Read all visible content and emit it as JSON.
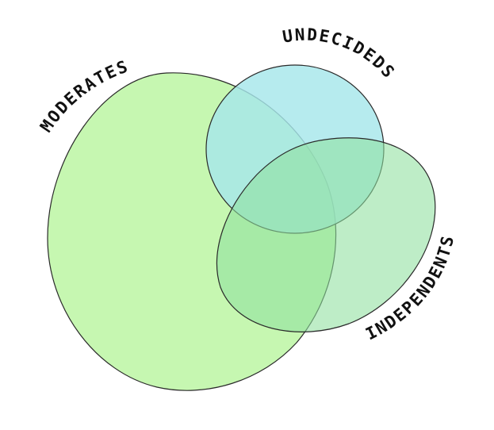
{
  "sets": [
    {
      "id": "moderates",
      "label": "MODERATES",
      "color": "#b9f5a0",
      "opacity": 0.82
    },
    {
      "id": "undecideds",
      "label": "UNDECIDEDS",
      "color": "#a6e6ea",
      "opacity": 0.82
    },
    {
      "id": "independents",
      "label": "INDEPENDENTS",
      "color": "#8fe09e",
      "opacity": 0.58
    }
  ]
}
